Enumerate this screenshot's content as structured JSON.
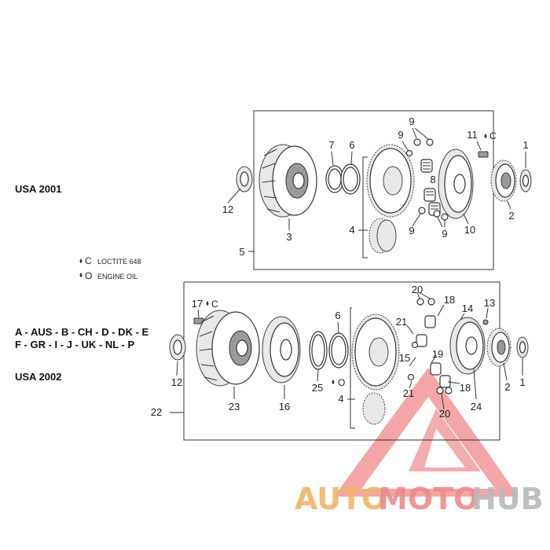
{
  "model_labels": {
    "usa_2001": "USA 2001",
    "usa_2002": "USA 2002",
    "markets_line1": "A - AUS - B - CH - D - DK - E",
    "markets_line2": "F - GR - I - J - UK - NL - P"
  },
  "legend": {
    "loctite_symbol": "C",
    "loctite_text": "LOCTITE 648",
    "oil_symbol": "O",
    "oil_text": "ENGINE OIL"
  },
  "top_assembly": {
    "callouts": {
      "c1": "1",
      "c2": "2",
      "c3": "3",
      "c4": "4",
      "c5": "5",
      "c6": "6",
      "c7": "7",
      "c8": "8",
      "c9a": "9",
      "c9b": "9",
      "c9c": "9",
      "c9d": "9",
      "c10": "10",
      "c11": "11",
      "c12": "12"
    },
    "marks": {
      "c11_symbol": "C"
    }
  },
  "bottom_assembly": {
    "callouts": {
      "c1": "1",
      "c2": "2",
      "c4": "4",
      "c6": "6",
      "c12": "12",
      "c13": "13",
      "c14": "14",
      "c15": "15",
      "c16": "16",
      "c17": "17",
      "c18a": "18",
      "c18b": "18",
      "c19": "19",
      "c20a": "20",
      "c20b": "20",
      "c21a": "21",
      "c21b": "21",
      "c22": "22",
      "c23": "23",
      "c24": "24",
      "c25": "25"
    },
    "marks": {
      "c17_symbol": "C",
      "c6_symbol": "O"
    }
  },
  "watermark": {
    "part1": "AUTO",
    "part2": "MOTO",
    "part3": "HUB",
    "color1": "#f2b46a",
    "color2": "#f08a8a",
    "color3": "#b9b9b9",
    "logo_color": "#e83a3a"
  }
}
